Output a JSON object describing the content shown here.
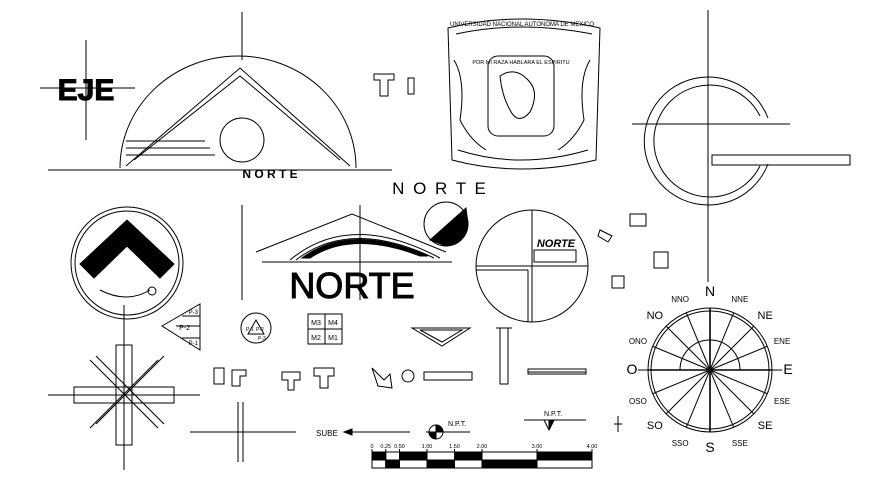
{
  "labels": {
    "eje": "EJE",
    "norte_small": "N O R T E",
    "norte_spaced": "N O R T E",
    "norte_large": "NORTE",
    "norte_italic": "NORTE",
    "seal_ring": "UNIVERSIDAD NACIONAL AUTONOMA DE MEXICO",
    "seal_motto": "POR MI RAZA HABLARA EL ESPIRITU",
    "sube": "SUBE",
    "npt_1": "N.P.T.",
    "npt_2": "N.P.T."
  },
  "tags": {
    "triangle": [
      "P-3",
      "P-2",
      "P-1"
    ],
    "circle": [
      "P-1",
      "P-2",
      "P-3"
    ],
    "grid": [
      "M3",
      "M4",
      "M2",
      "M1"
    ]
  },
  "compass_rose": [
    "N",
    "NNE",
    "NE",
    "ENE",
    "E",
    "ESE",
    "SE",
    "SSE",
    "S",
    "SSO",
    "SO",
    "OSO",
    "O",
    "ONO",
    "NO",
    "NNO"
  ],
  "scale_bar": {
    "ticks": [
      "0",
      "0.25",
      "0.50",
      "1.00",
      "1.50",
      "2.00",
      "3.00",
      "4.00"
    ],
    "tick_values": [
      0,
      0.25,
      0.5,
      1,
      1.5,
      2,
      3,
      4
    ]
  }
}
